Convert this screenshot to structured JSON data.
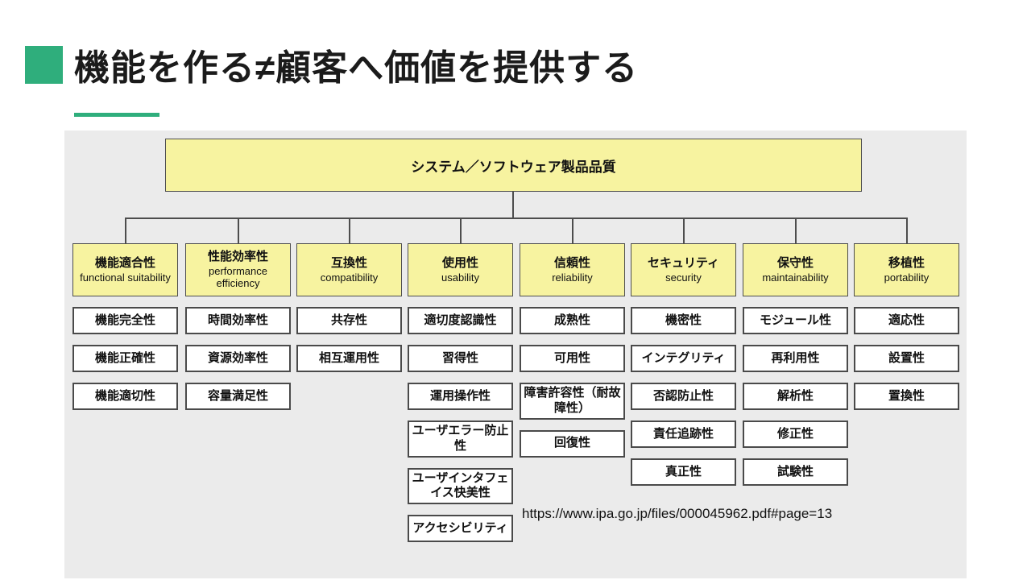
{
  "slide": {
    "title": "機能を作る≠顧客へ価値を提供する",
    "accent_color": "#2fae7c",
    "source_url": "https://www.ipa.go.jp/files/000045962.pdf#page=13"
  },
  "diagram": {
    "root": "システム／ソフトウェア製品品質",
    "box_fill": "#f7f3a0",
    "border_color": "#4d4d4d",
    "columns": [
      {
        "name_ja": "機能適合性",
        "name_en": "functional suitability",
        "subs": [
          "機能完全性",
          "機能正確性",
          "機能適切性"
        ]
      },
      {
        "name_ja": "性能効率性",
        "name_en": "performance efficiency",
        "subs": [
          "時間効率性",
          "資源効率性",
          "容量満足性"
        ]
      },
      {
        "name_ja": "互換性",
        "name_en": "compatibility",
        "subs": [
          "共存性",
          "相互運用性"
        ]
      },
      {
        "name_ja": "使用性",
        "name_en": "usability",
        "subs": [
          "適切度認識性",
          "習得性",
          "運用操作性",
          "ユーザエラー防止性",
          "ユーザインタフェイス快美性",
          "アクセシビリティ"
        ]
      },
      {
        "name_ja": "信頼性",
        "name_en": "reliability",
        "subs": [
          "成熟性",
          "可用性",
          "障害許容性（耐故障性）",
          "回復性"
        ]
      },
      {
        "name_ja": "セキュリティ",
        "name_en": "security",
        "subs": [
          "機密性",
          "インテグリティ",
          "否認防止性",
          "責任追跡性",
          "真正性"
        ]
      },
      {
        "name_ja": "保守性",
        "name_en": "maintainability",
        "subs": [
          "モジュール性",
          "再利用性",
          "解析性",
          "修正性",
          "試験性"
        ]
      },
      {
        "name_ja": "移植性",
        "name_en": "portability",
        "subs": [
          "適応性",
          "設置性",
          "置換性"
        ]
      }
    ]
  }
}
